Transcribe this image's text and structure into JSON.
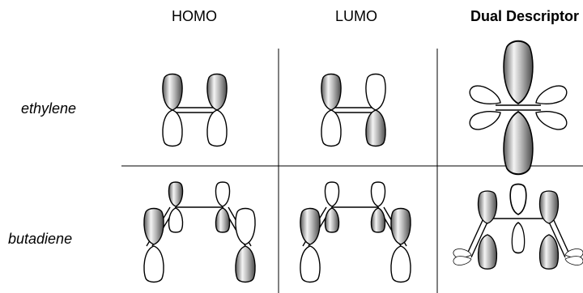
{
  "headers": {
    "homo": "HOMO",
    "lumo": "LUMO",
    "dual": "Dual Descriptor"
  },
  "rows": {
    "ethylene": "ethylene",
    "butadiene": "butadiene"
  }
}
